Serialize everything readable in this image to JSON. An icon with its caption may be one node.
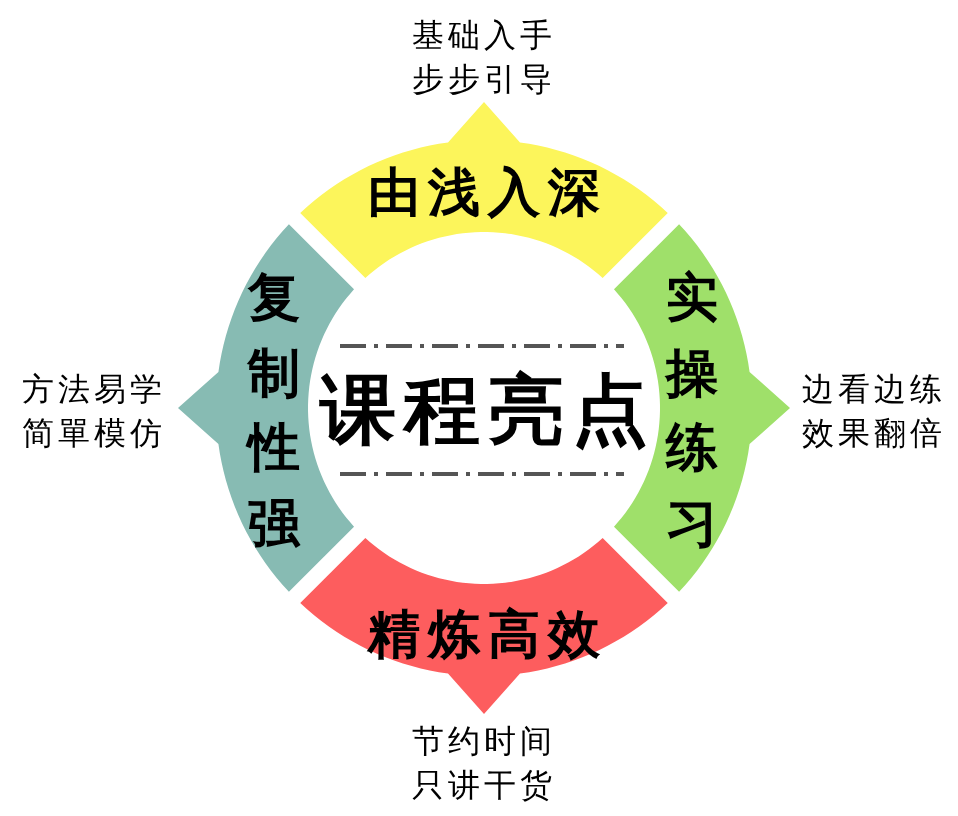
{
  "diagram": {
    "nodes": [
      {
        "text": [
          "由浅入深"
        ],
        "beside": [
          "基础入手",
          "步步引导"
        ]
      },
      {
        "text": [
          "复制性强"
        ],
        "beside": [
          "方法易学",
          "简單模仿"
        ]
      },
      {
        "text": [
          "课程亮点"
        ]
      },
      {
        "text": [
          "实操练习"
        ],
        "beside": [
          "边看边练",
          "效果翻倍"
        ]
      },
      {
        "text": [
          "精炼高效"
        ],
        "beside": [
          "节约时间",
          "只讲干货"
        ]
      }
    ]
  }
}
